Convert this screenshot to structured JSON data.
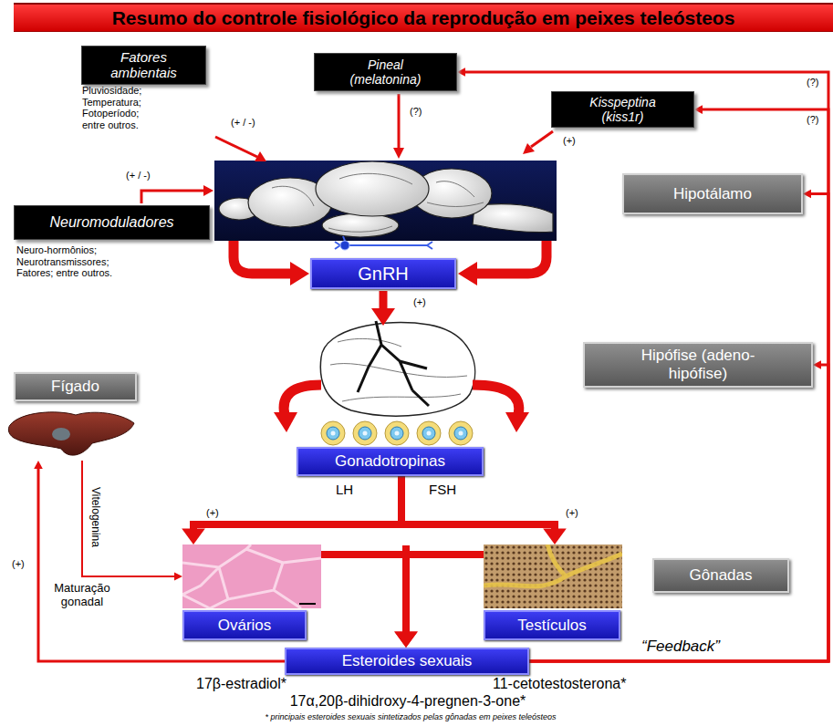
{
  "diagram": {
    "title": "Resumo do controle fisiológico da reprodução em peixes teleósteos",
    "nodes": [
      {
        "text": [
          "Fatores ambientais"
        ]
      },
      {
        "text": [
          "Pineal (melatonina)"
        ]
      },
      {
        "text": [
          "Kisspeptina (kiss1r)"
        ]
      },
      {
        "text": [
          "Neuromoduladores"
        ]
      },
      {
        "text": [
          "Hipotálamo"
        ]
      },
      {
        "text": [
          "GnRH"
        ]
      },
      {
        "text": [
          "Hipófise (adeno-hipófise)"
        ]
      },
      {
        "text": [
          "Fígado"
        ]
      },
      {
        "text": [
          "Gonadotropinas"
        ]
      },
      {
        "text": [
          "Ovários"
        ]
      },
      {
        "text": [
          "Testículos"
        ]
      },
      {
        "text": [
          "Gônadas"
        ]
      },
      {
        "text": [
          "Esteroides sexuais"
        ]
      }
    ],
    "edges": [
      {
        "from": 8,
        "to": 9,
        "arrow": "to",
        "label": "(+)"
      },
      {
        "from": 8,
        "to": 10,
        "arrow": "to",
        "label": "(+)"
      },
      {
        "from": 7,
        "to": 9,
        "arrow": "to",
        "label": "Vitelogenina"
      },
      {
        "from": 9,
        "to": 12,
        "arrow": "to"
      },
      {
        "from": 10,
        "to": 12,
        "arrow": "to"
      },
      {
        "from": 12,
        "to": 7,
        "arrow": "to",
        "label": "(+)"
      },
      {
        "from": 12,
        "to": 6,
        "arrow": "to"
      },
      {
        "from": 12,
        "to": 4,
        "arrow": "to"
      },
      {
        "from": 12,
        "to": 2,
        "arrow": "to",
        "label": "(?)"
      },
      {
        "from": 12,
        "to": 1,
        "arrow": "to",
        "label": "(?)"
      }
    ],
    "labels": [
      "Pluviosidade; Temperatura; Fotoperíodo; entre outros.",
      "(+ / -)",
      "(?)",
      "(+)",
      "(+ / -)",
      "Neuro-hormônios; Neurotransmissores; Fatores; entre outros.",
      "(+)",
      "LH",
      "FSH",
      "Maturação gonadal",
      "“Feedback”",
      "17β-estradiol*",
      "11-cetotestosterona*",
      "17α,20β-dihidroxy-4-pregnen-3-one*",
      "* principais esteroides sexuais sintetizados pelas gônadas em peixes teleósteos"
    ]
  }
}
